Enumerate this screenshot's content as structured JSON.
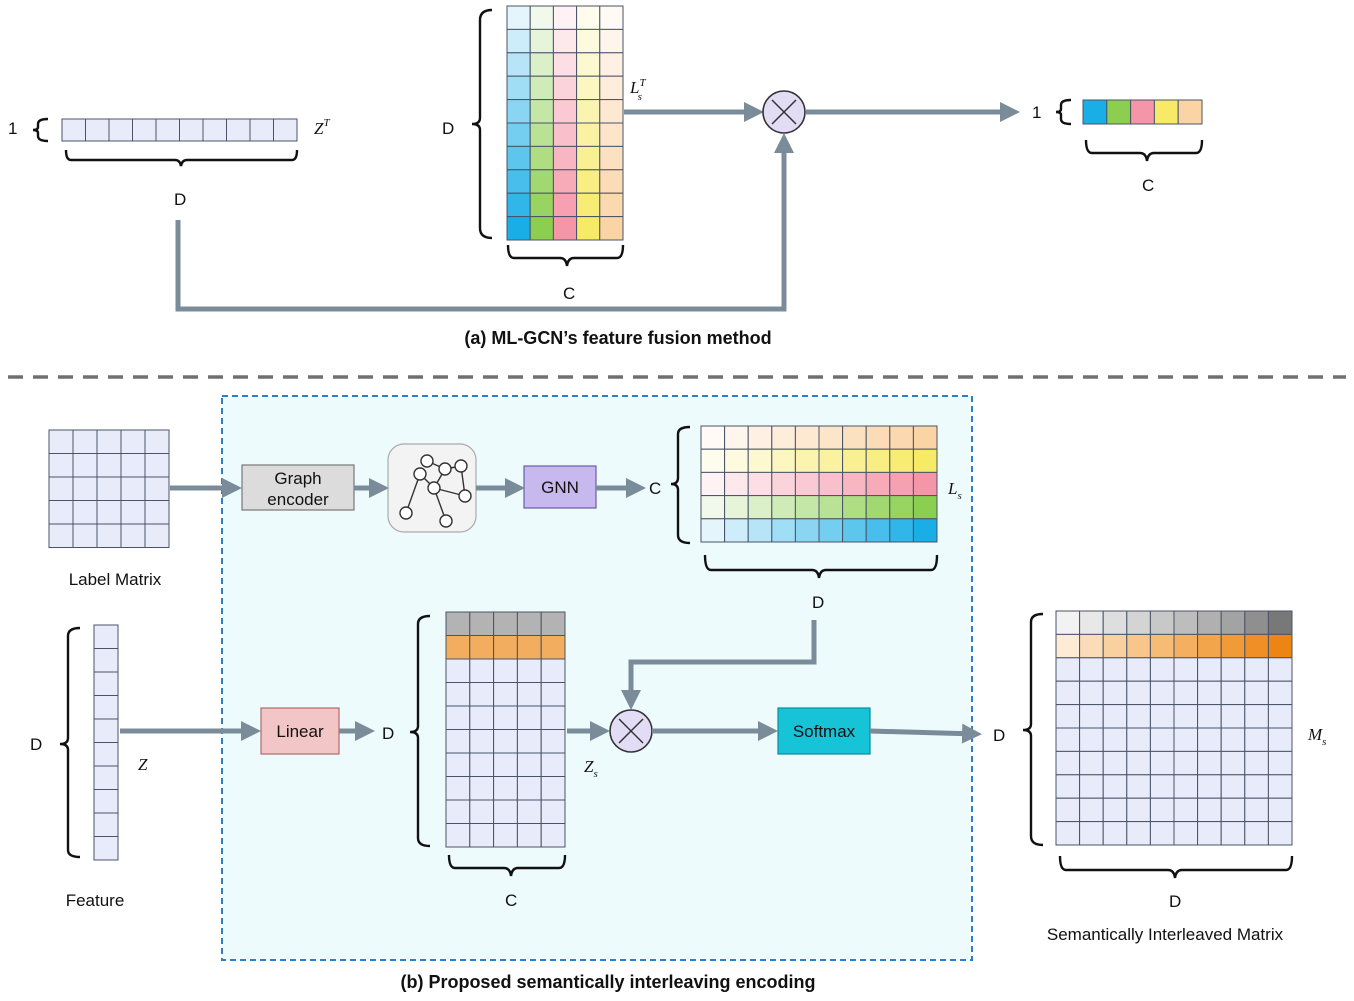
{
  "panel_a": {
    "caption": "(a) ML-GCN’s feature fusion method",
    "zt_label": "Z",
    "zt_sup": "T",
    "zt_rows_label": "1",
    "zt_dim_label": "D",
    "lst_label": "L",
    "lst_sub": "s",
    "lst_sup": "T",
    "lst_rows_label": "D",
    "lst_cols_label": "C",
    "out_rows_label": "1",
    "out_cols_label": "C"
  },
  "panel_b": {
    "caption": "(b) Proposed semantically interleaving encoding",
    "label_matrix_title": "Label Matrix",
    "graph_encoder_line1": "Graph",
    "graph_encoder_line2": "encoder",
    "gnn_label": "GNN",
    "ls_rows_label": "C",
    "ls_cols_label": "D",
    "ls_label": "L",
    "ls_sub": "s",
    "feature_title": "Feature",
    "z_dim_label": "D",
    "z_label": "Z",
    "linear_label": "Linear",
    "zs_rows_label": "D",
    "zs_cols_label": "C",
    "zs_label": "Z",
    "zs_sub": "s",
    "softmax_label": "Softmax",
    "ms_rows_label": "D",
    "ms_cols_label": "D",
    "ms_label": "M",
    "ms_sub": "s",
    "ms_title": "Semantically Interleaved Matrix"
  },
  "colors": {
    "arrow": "#7a8c99",
    "cell_fill": "#e8ecfa",
    "cell_border": "#4a5368",
    "dashed_box": "#2f7fc8",
    "dashed_box_fill": "#eefbfd",
    "graph_encoder_fill": "#dcdcdc",
    "gnn_fill": "#c7b8ee",
    "linear_fill": "#f2c6c6",
    "softmax_fill": "#17c3d6",
    "multiply_fill": "#e3dcf5",
    "label_palette": [
      "#1aaee6",
      "#8ccf50",
      "#f596a8",
      "#f7ea66",
      "#fbd4a6"
    ],
    "ms_gray": [
      "#f2f2f2",
      "#e8e8e8",
      "#dedede",
      "#d4d4d4",
      "#c8c8c8",
      "#bdbdbd",
      "#b0b0b0",
      "#a3a3a3",
      "#8f8f8f",
      "#787878"
    ],
    "ms_orange": [
      "#fdebd6",
      "#fbdcb9",
      "#f9d09f",
      "#f8c68a",
      "#f6bb74",
      "#f4b060",
      "#f3a54c",
      "#f19a38",
      "#ef8f26",
      "#ec8513"
    ],
    "zs_gray": "#b3b3b3",
    "zs_orange": "#f2ad5e"
  },
  "icons": {
    "multiply_a": "multiply-circle-icon",
    "multiply_b": "multiply-circle-icon",
    "graph": "graph-network-icon"
  }
}
